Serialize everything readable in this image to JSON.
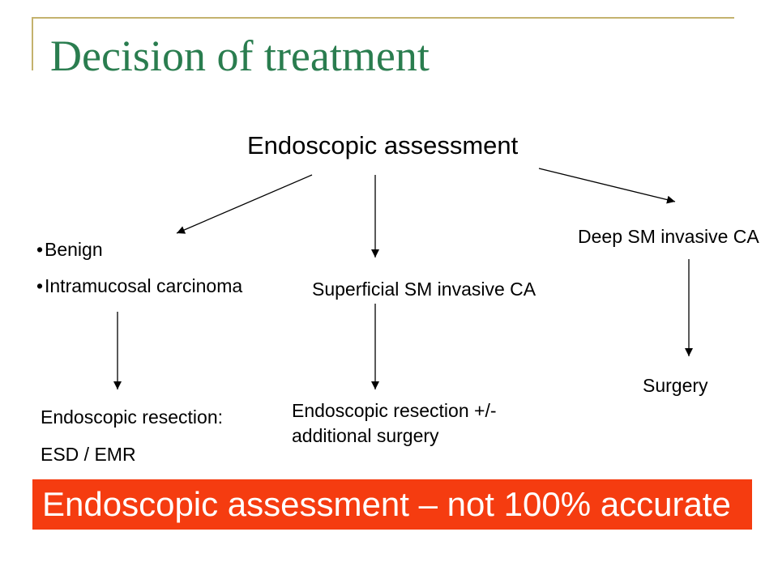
{
  "slide": {
    "title": "Decision of treatment",
    "root": "Endoscopic assessment",
    "branches": {
      "left": {
        "bullet": "•",
        "items": [
          "Benign",
          "Intramucosal carcinoma"
        ],
        "outcome": [
          "Endoscopic resection:",
          "ESD / EMR"
        ]
      },
      "middle": {
        "label": "Superficial SM invasive CA",
        "outcome": [
          "Endoscopic resection +/-",
          "additional surgery"
        ]
      },
      "right": {
        "label": "Deep SM invasive CA",
        "outcome": "Surgery"
      }
    },
    "banner": "Endoscopic assessment – not 100% accurate"
  },
  "colors": {
    "title": "#2a7d4f",
    "rule": "#c4b26e",
    "banner": "#f53c10",
    "banner_text": "#ffffff",
    "text": "#000000"
  }
}
